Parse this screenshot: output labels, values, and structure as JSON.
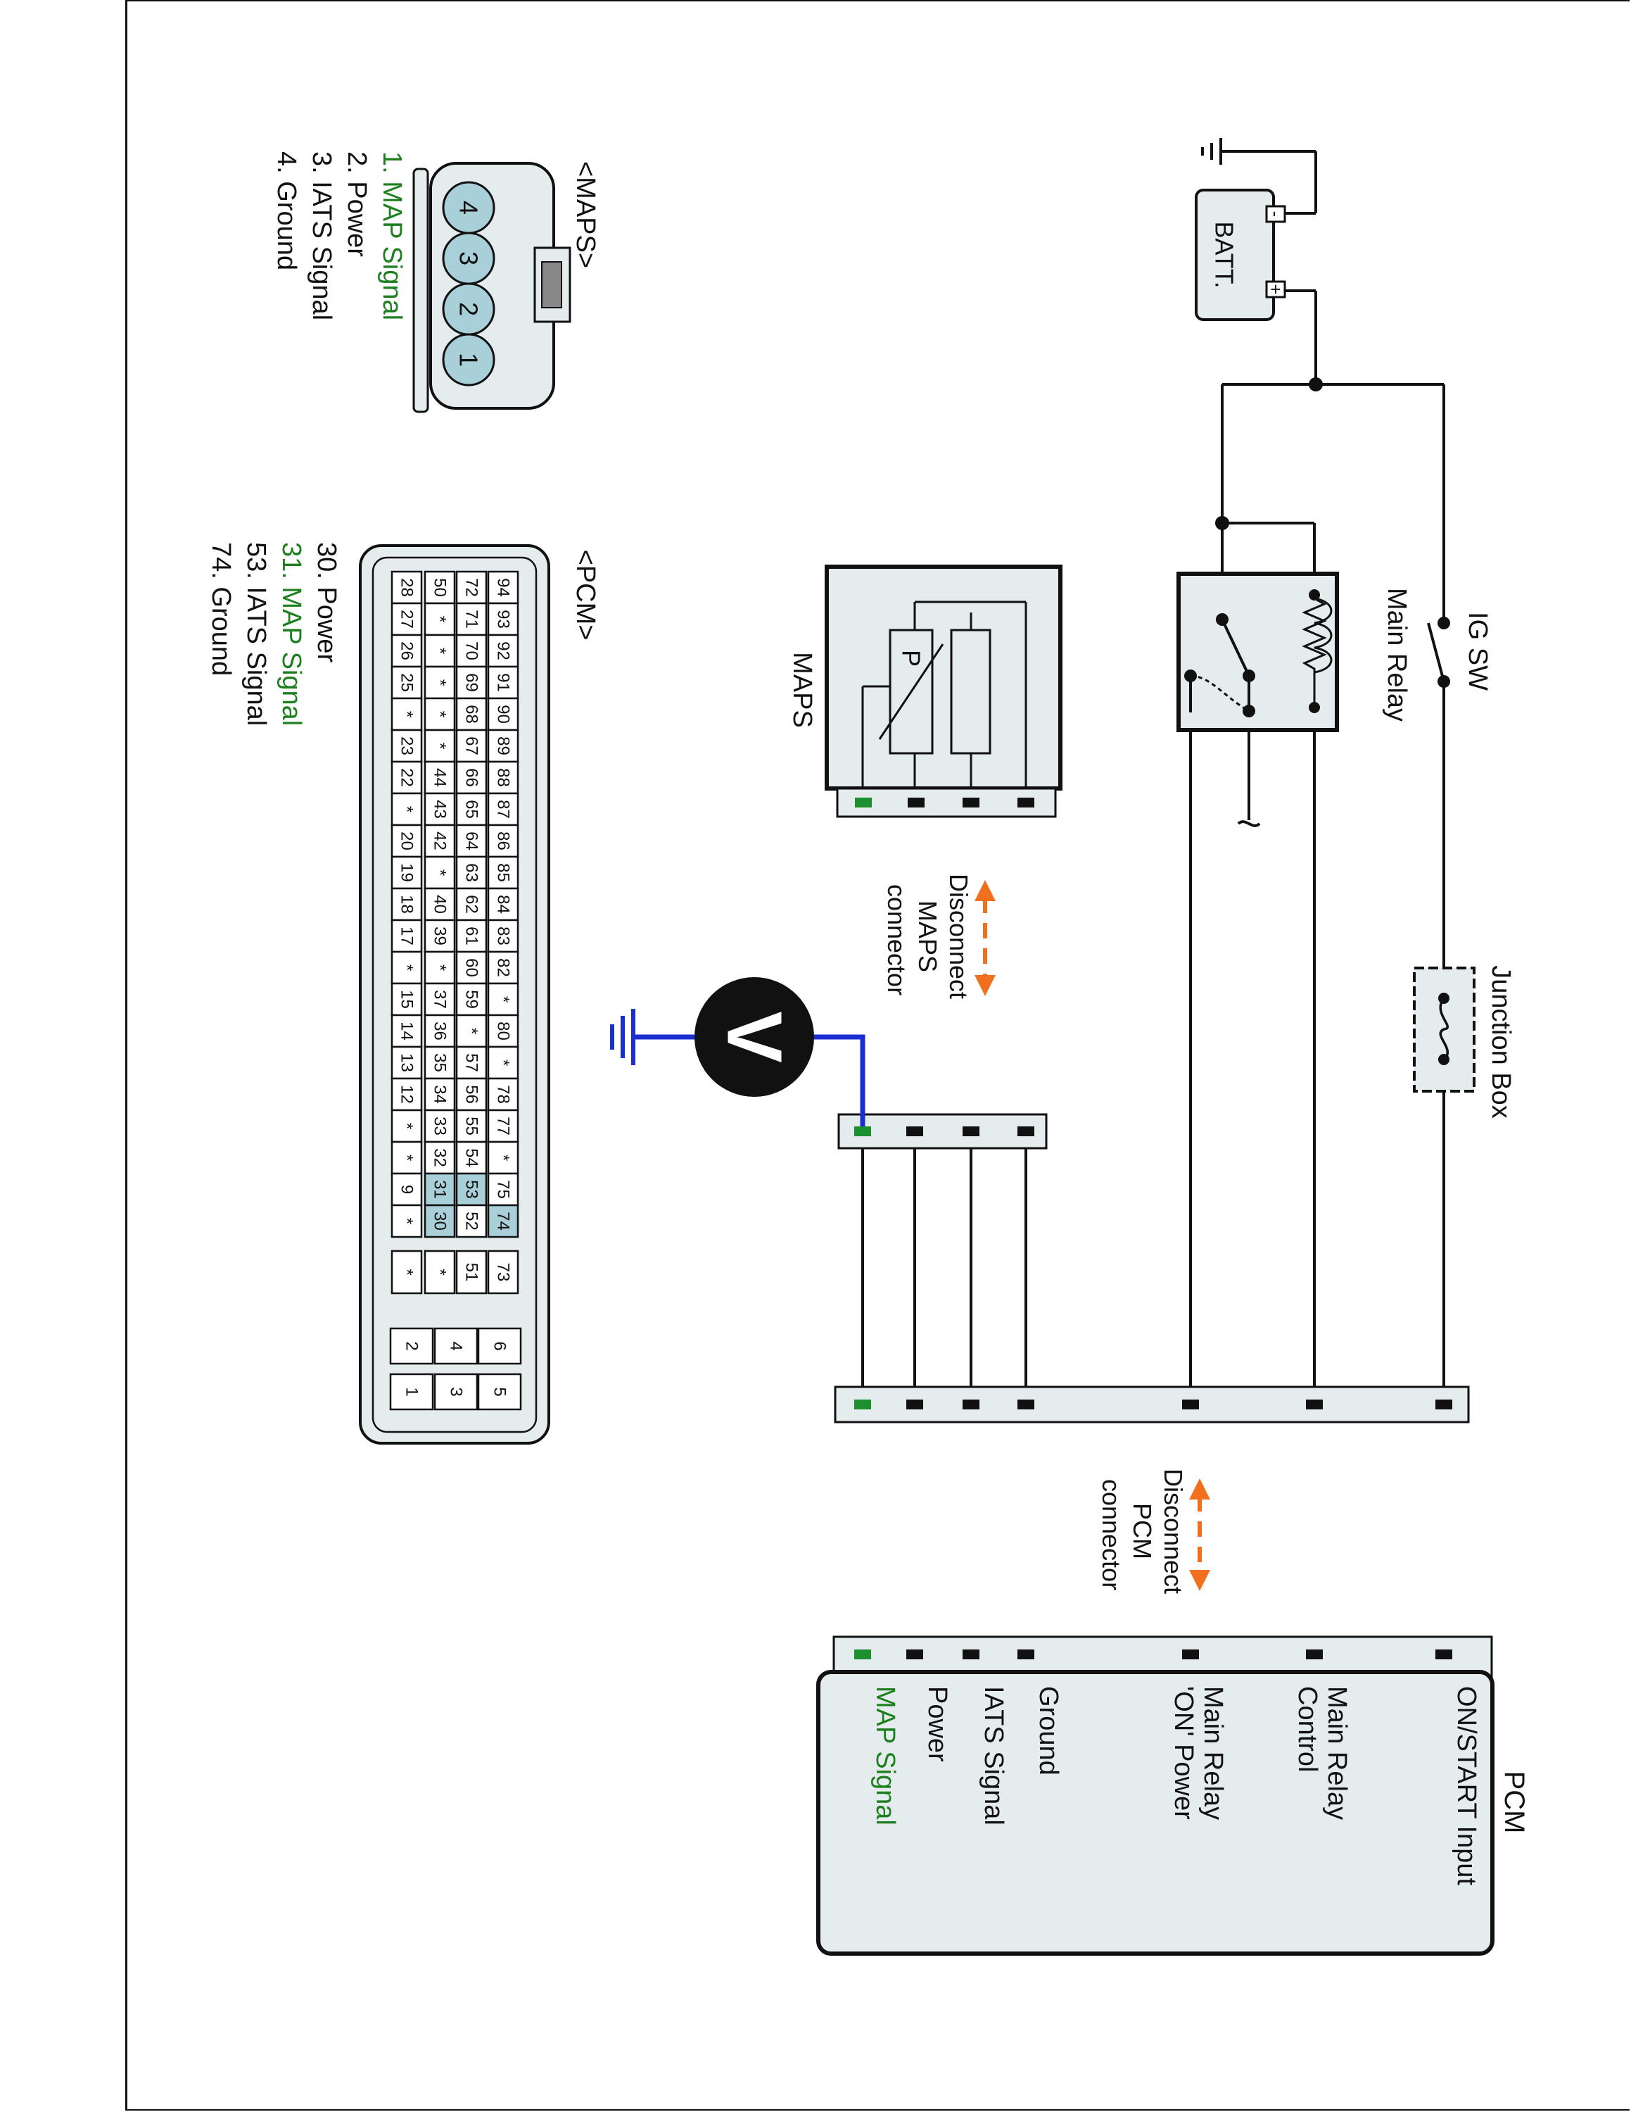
{
  "components": {
    "battery_label": "BATT.",
    "battery_neg": "-",
    "battery_pos": "+",
    "ig_sw_label": "IG SW",
    "main_relay_label": "Main Relay",
    "junction_box_label": "Junction Box",
    "maps_label": "MAPS",
    "maps_p_label": "P",
    "voltmeter_label": "V"
  },
  "disconnect": {
    "maps": [
      "Disconnect",
      "MAPS",
      "connector"
    ],
    "pcm": [
      "Disconnect",
      "PCM",
      "connector"
    ]
  },
  "pcm_block": {
    "title": "PCM",
    "pins": [
      {
        "label": "ON/START Input",
        "highlight": false
      },
      {
        "label": "Main Relay\nControl",
        "highlight": false
      },
      {
        "label": "Main Relay\n'ON' Power",
        "highlight": false
      },
      {
        "label": "Ground",
        "highlight": false
      },
      {
        "label": "IATS Signal",
        "highlight": false
      },
      {
        "label": "Power",
        "highlight": false
      },
      {
        "label": "MAP Signal",
        "highlight": true
      }
    ]
  },
  "maps_connector": {
    "title": "<MAPS>",
    "pin_numbers": [
      "4",
      "3",
      "2",
      "1"
    ],
    "legend": [
      {
        "text": "1. MAP Signal",
        "highlight": true
      },
      {
        "text": "2. Power",
        "highlight": false
      },
      {
        "text": "3. IATS Signal",
        "highlight": false
      },
      {
        "text": "4. Ground",
        "highlight": false
      }
    ]
  },
  "pcm_connector": {
    "title": "<PCM>",
    "rows": [
      [
        "94",
        "93",
        "92",
        "91",
        "90",
        "89",
        "88",
        "87",
        "86",
        "85",
        "84",
        "83",
        "82",
        "*",
        "80",
        "*",
        "78",
        "77",
        "*",
        "75",
        "74"
      ],
      [
        "72",
        "71",
        "70",
        "69",
        "68",
        "67",
        "66",
        "65",
        "64",
        "63",
        "62",
        "61",
        "60",
        "59",
        "*",
        "57",
        "56",
        "55",
        "54",
        "53",
        "52"
      ],
      [
        "50",
        "*",
        "*",
        "*",
        "*",
        "*",
        "44",
        "43",
        "42",
        "*",
        "40",
        "39",
        "*",
        "37",
        "36",
        "35",
        "34",
        "33",
        "32",
        "31",
        "30"
      ],
      [
        "28",
        "27",
        "26",
        "25",
        "*",
        "23",
        "22",
        "*",
        "20",
        "19",
        "18",
        "17",
        "*",
        "15",
        "14",
        "13",
        "12",
        "*",
        "*",
        "9",
        "*"
      ]
    ],
    "highlighted": [
      "74",
      "53",
      "31",
      "30"
    ],
    "extra_column": [
      "73",
      "51",
      "*",
      "*"
    ],
    "power_pins": [
      [
        "6",
        "4",
        "2"
      ],
      [
        "5",
        "3",
        "1"
      ]
    ],
    "legend": [
      {
        "text": "30. Power",
        "highlight": false
      },
      {
        "text": "31. MAP Signal",
        "highlight": true
      },
      {
        "text": "53. IATS Signal",
        "highlight": false
      },
      {
        "text": "74. Ground",
        "highlight": false
      }
    ]
  },
  "colors": {
    "highlight_text": "#1e7f1e",
    "probe_wire": "#1a2fd0",
    "arrow": "#f07020",
    "cell_highlight": "#a9cfd8",
    "panel_fill": "#e4ecee"
  }
}
